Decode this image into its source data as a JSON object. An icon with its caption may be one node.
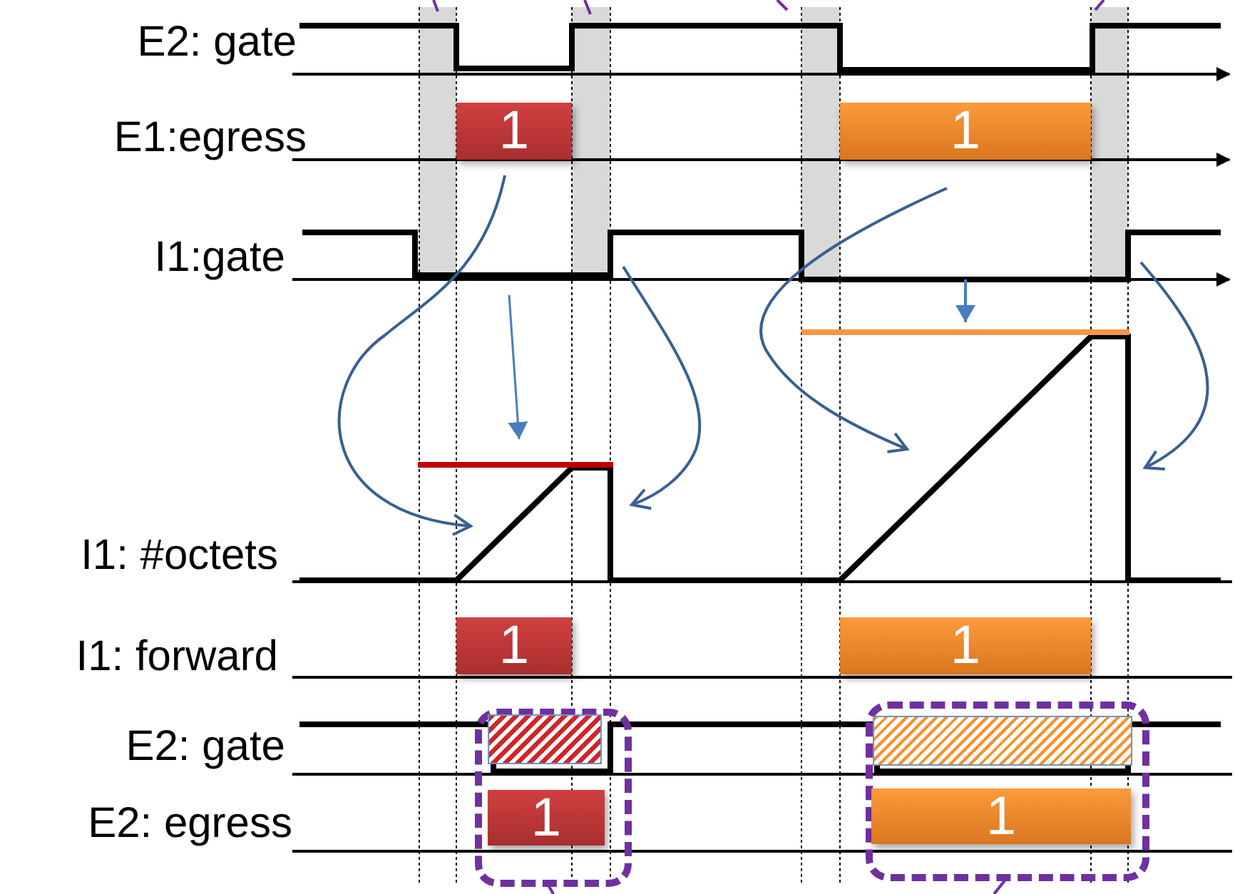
{
  "diagram": {
    "nodes": [
      {
        "text": [
          "1"
        ]
      },
      {
        "text": [
          "1"
        ]
      },
      {
        "text": [
          "1"
        ]
      },
      {
        "text": [
          "1"
        ]
      },
      {
        "text": [],
        "shape": "box"
      },
      {
        "text": [],
        "shape": "box",
        "in": 4
      },
      {
        "text": [
          "1"
        ],
        "in": 4
      },
      {
        "text": [],
        "shape": "box"
      },
      {
        "text": [],
        "shape": "box",
        "in": 7
      },
      {
        "text": [
          "1"
        ],
        "in": 7
      }
    ],
    "labels": [
      "E2: gate",
      "E1:egress",
      "I1:gate",
      "I1: #octets",
      "I1: forward",
      "E2: gate",
      "E2: egress"
    ]
  }
}
